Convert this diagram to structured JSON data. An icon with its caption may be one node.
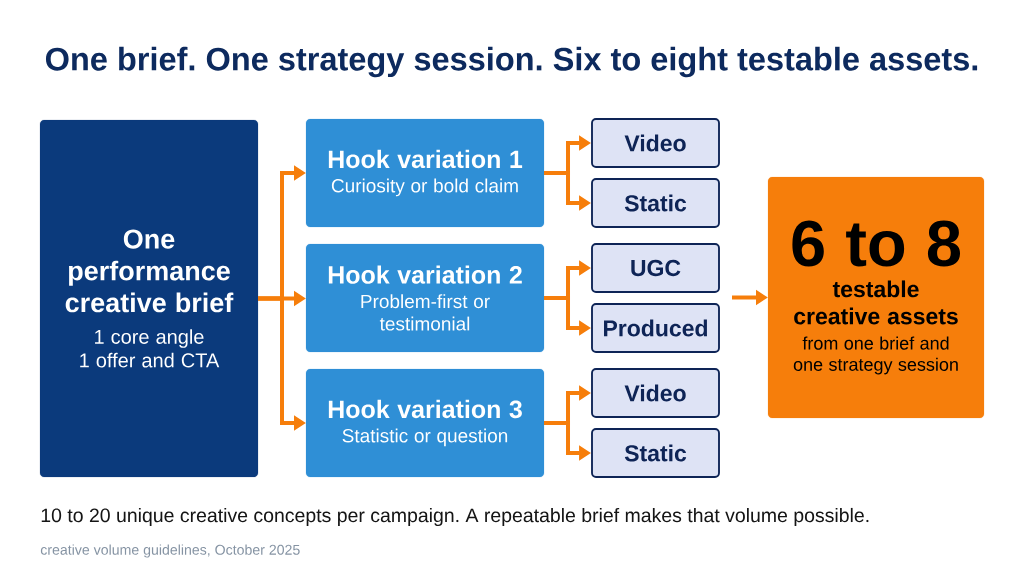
{
  "diagram": {
    "title": "One brief. One strategy session. Six to eight testable assets.",
    "nodes": [
      {
        "text": [
          "One performance creative brief",
          "1 core angle",
          "1 offer and CTA"
        ]
      },
      {
        "text": [
          "Hook variation 1",
          "Curiosity or bold claim"
        ]
      },
      {
        "text": [
          "Hook variation 2",
          "Problem-first or testimonial"
        ]
      },
      {
        "text": [
          "Hook variation 3",
          "Statistic or question"
        ]
      },
      {
        "text": [
          "Video"
        ]
      },
      {
        "text": [
          "Static"
        ]
      },
      {
        "text": [
          "UGC"
        ]
      },
      {
        "text": [
          "Produced"
        ]
      },
      {
        "text": [
          "Video"
        ]
      },
      {
        "text": [
          "Static"
        ]
      },
      {
        "text": [
          "6 to 8",
          "testable creative assets",
          "from one brief and one strategy session"
        ]
      }
    ],
    "edges": [
      {
        "from": 0,
        "to": 1,
        "arrow": "to"
      },
      {
        "from": 0,
        "to": 2,
        "arrow": "to"
      },
      {
        "from": 0,
        "to": 3,
        "arrow": "to"
      },
      {
        "from": 1,
        "to": 4,
        "arrow": "to"
      },
      {
        "from": 1,
        "to": 5,
        "arrow": "to"
      },
      {
        "from": 2,
        "to": 6,
        "arrow": "to"
      },
      {
        "from": 2,
        "to": 7,
        "arrow": "to"
      },
      {
        "from": 3,
        "to": 8,
        "arrow": "to"
      },
      {
        "from": 3,
        "to": 9,
        "arrow": "to"
      },
      {
        "from": null,
        "to": 10,
        "arrow": "to"
      }
    ],
    "labels": [
      "10 to 20 unique creative concepts per campaign. A repeatable brief makes that volume possible.",
      "creative volume guidelines, October 2025"
    ]
  }
}
